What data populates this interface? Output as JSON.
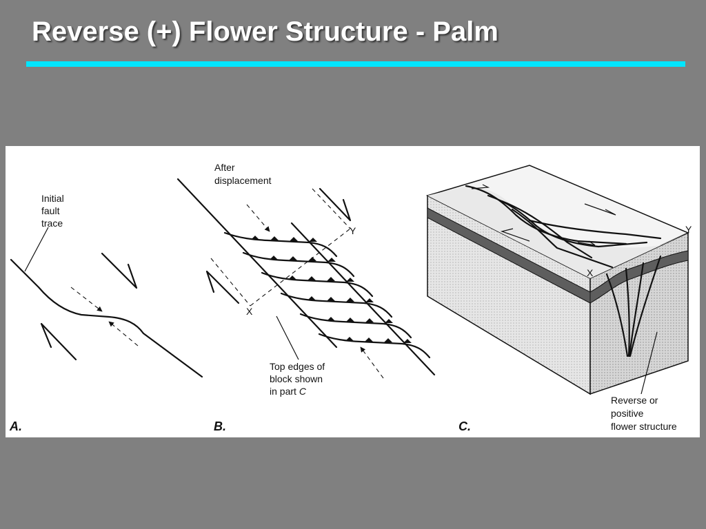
{
  "slide": {
    "title": "Reverse (+) Flower Structure - Palm",
    "accent_color": "#00e5ff",
    "background_color": "#808080"
  },
  "figure": {
    "panel_a": {
      "letter": "A.",
      "label_lines": [
        "Initial",
        "fault",
        "trace"
      ]
    },
    "panel_b": {
      "letter": "B.",
      "label_after": [
        "After",
        "displacement"
      ],
      "label_edges": [
        "Top edges of",
        "block shown",
        "in part "
      ],
      "label_edges_italic": "C",
      "point_x": "X",
      "point_y": "Y"
    },
    "panel_c": {
      "letter": "C.",
      "point_x": "X",
      "point_y": "Y",
      "label_lines": [
        "Reverse or",
        "positive",
        "flower structure"
      ]
    }
  }
}
